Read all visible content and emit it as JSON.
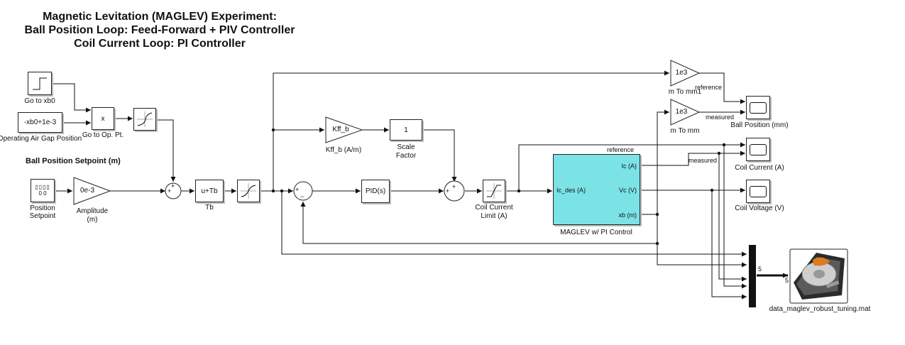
{
  "title": {
    "line1": "Magnetic Levitation (MAGLEV) Experiment:",
    "line2": "Ball Position Loop: Feed-Forward + PIV Controller",
    "line3": "Coil Current Loop: PI Controller"
  },
  "section_label": "Ball Position Setpoint (m)",
  "blocks": {
    "step": {
      "label": "Go to xb0"
    },
    "constant_gap": {
      "value": "-xb0+1e-3",
      "label": "Operating Air Gap Position"
    },
    "product": {
      "symbol": "x",
      "label": "Go to Op. Pt."
    },
    "sine_gen": {
      "label_line1": "Position",
      "label_line2": "Setpoint",
      "display": "0 0"
    },
    "amplitude": {
      "value": "0e-3",
      "label_line1": "Amplitude",
      "label_line2": "(m)"
    },
    "sum1": {
      "signs": "++"
    },
    "tb": {
      "value": "u+Tb",
      "label": "Tb"
    },
    "kff": {
      "value": "Kff_b",
      "label": "Kff_b (A/m)"
    },
    "scale": {
      "value": "1",
      "label_line1": "Scale",
      "label_line2": "Factor"
    },
    "sum2": {
      "signs": "+-"
    },
    "pid": {
      "value": "PID(s)"
    },
    "sum3": {
      "signs": "++"
    },
    "sat": {
      "label_line1": "Coil Current",
      "label_line2": "Limit (A)"
    },
    "maglev": {
      "label": "MAGLEV w/ PI Control",
      "in_port": "Ic_des (A)",
      "out_port1": "Ic (A)",
      "out_port2": "Vc (V)",
      "out_port3": "xb (m)"
    },
    "gain_ref": {
      "value": "1e3",
      "label": "m To mm1"
    },
    "gain_meas": {
      "value": "1e3",
      "label": "m To mm"
    },
    "scope_ball": {
      "label": "Ball Position (mm)"
    },
    "scope_current": {
      "label": "Coil Current (A)"
    },
    "scope_voltage": {
      "label": "Coil Voltage (V)"
    },
    "mux": {
      "width_out": "5",
      "width_in": "5"
    },
    "tofile": {
      "label": "data_maglev_robust_tuning.mat"
    }
  },
  "signals": {
    "reference_top": "reference",
    "measured_top": "measured",
    "reference_mid": "reference",
    "measured_mid": "measured"
  }
}
